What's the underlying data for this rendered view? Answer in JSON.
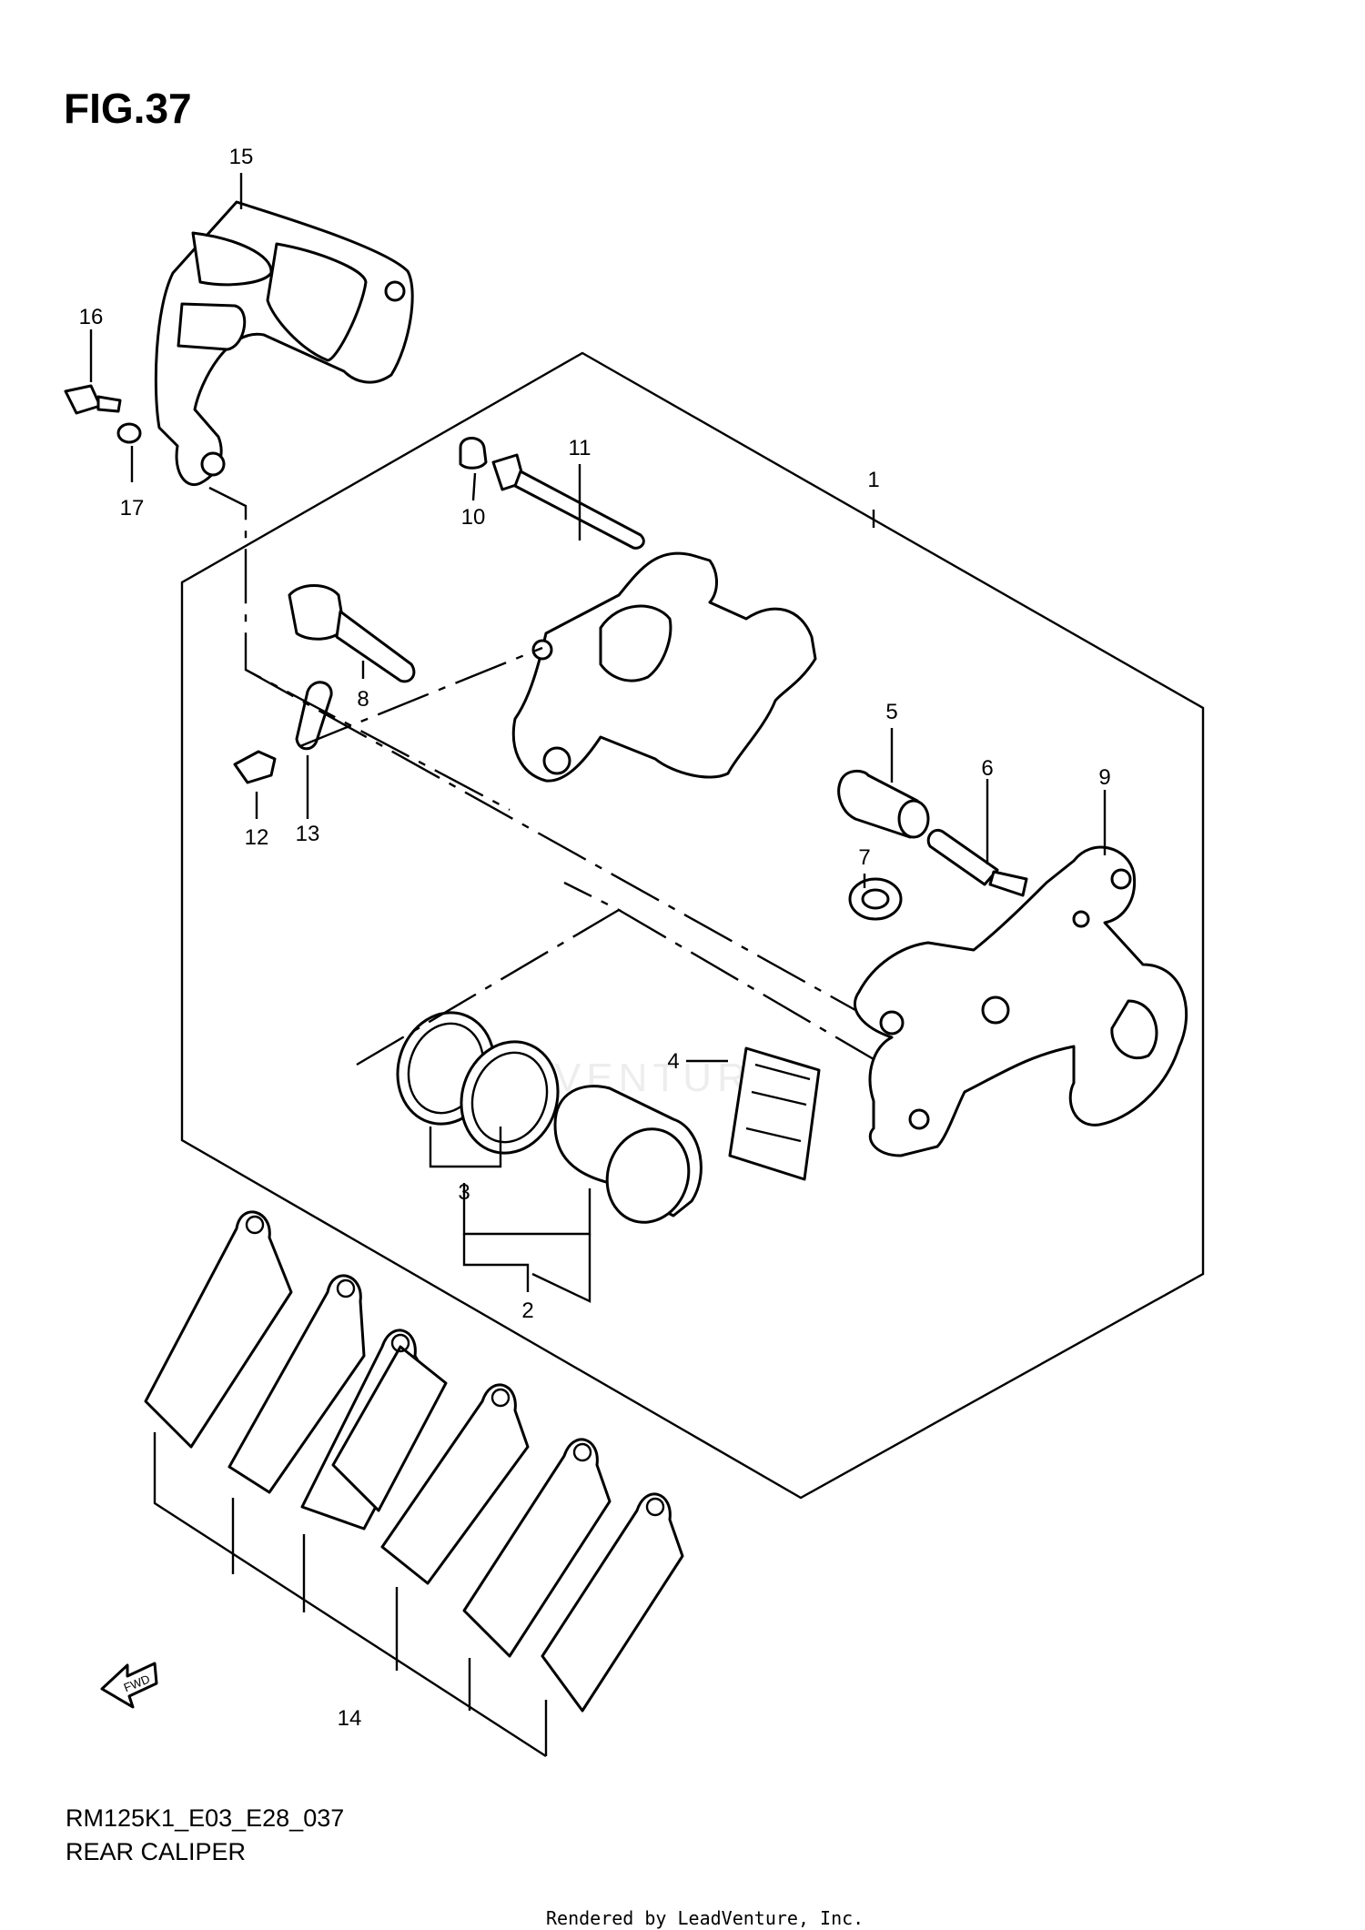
{
  "figure": {
    "title": "FIG.37",
    "code": "RM125K1_E03_E28_037",
    "caption": "REAR CALIPER",
    "rendered_by": "Rendered by LeadVenture, Inc.",
    "watermark": "LEADVENTURE",
    "fwd_label": "FWD"
  },
  "callouts": [
    "1",
    "2",
    "3",
    "4",
    "5",
    "6",
    "7",
    "8",
    "9",
    "10",
    "11",
    "12",
    "13",
    "14",
    "15",
    "16",
    "17"
  ]
}
